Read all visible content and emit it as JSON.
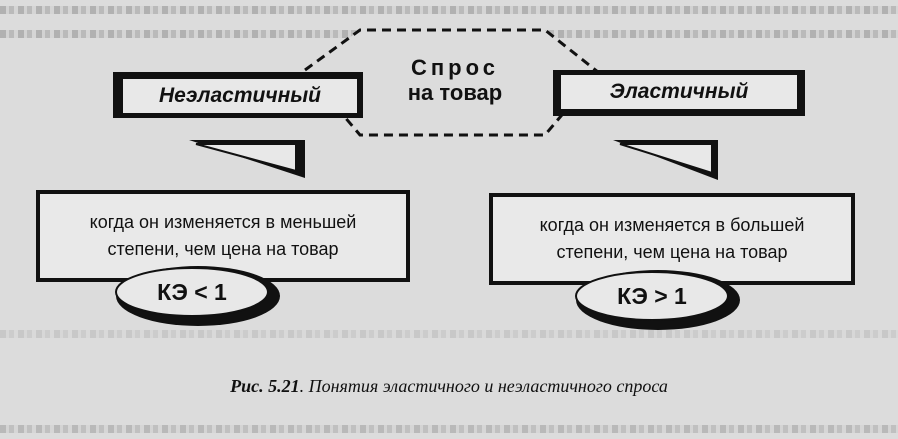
{
  "center": {
    "line1": "Спрос",
    "line2": "на товар"
  },
  "left": {
    "label": "Неэластичный",
    "description_line1": "когда он изменяется в меньшей",
    "description_line2": "степени,  чем цена на товар",
    "coefficient": "КЭ < 1"
  },
  "right": {
    "label": "Эластичный",
    "description_line1": "когда он изменяется в большей",
    "description_line2": "степени,  чем цена на товар",
    "coefficient": "КЭ > 1"
  },
  "caption": {
    "number": "Рис. 5.21",
    "text": ". Понятия эластичного и неэластичного спроса"
  }
}
